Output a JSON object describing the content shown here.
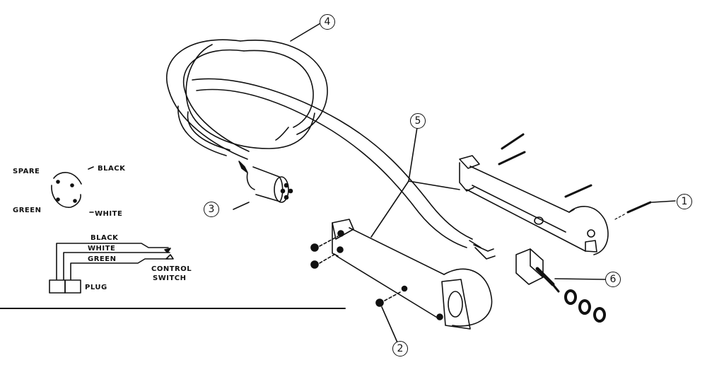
{
  "diagram": {
    "type": "exploded parts diagram",
    "callouts": [
      {
        "id": "1",
        "label": "1",
        "part": "screw"
      },
      {
        "id": "2",
        "label": "2",
        "part": "nut"
      },
      {
        "id": "3",
        "label": "3",
        "part": "plug"
      },
      {
        "id": "4",
        "label": "4",
        "part": "cord"
      },
      {
        "id": "5",
        "label": "5",
        "part": "handle / housing"
      },
      {
        "id": "6",
        "label": "6",
        "part": "control switch"
      }
    ],
    "pinout": {
      "labels": {
        "spare": "SPARE",
        "black": "BLACK",
        "green": "GREEN",
        "white": "WHITE"
      }
    },
    "schematic": {
      "wires": [
        "BLACK",
        "WHITE",
        "GREEN"
      ],
      "switch_label_line1": "CONTROL",
      "switch_label_line2": "SWITCH",
      "plug_label": "PLUG"
    },
    "colors": {
      "ink": "#111111",
      "paper": "#ffffff"
    }
  }
}
